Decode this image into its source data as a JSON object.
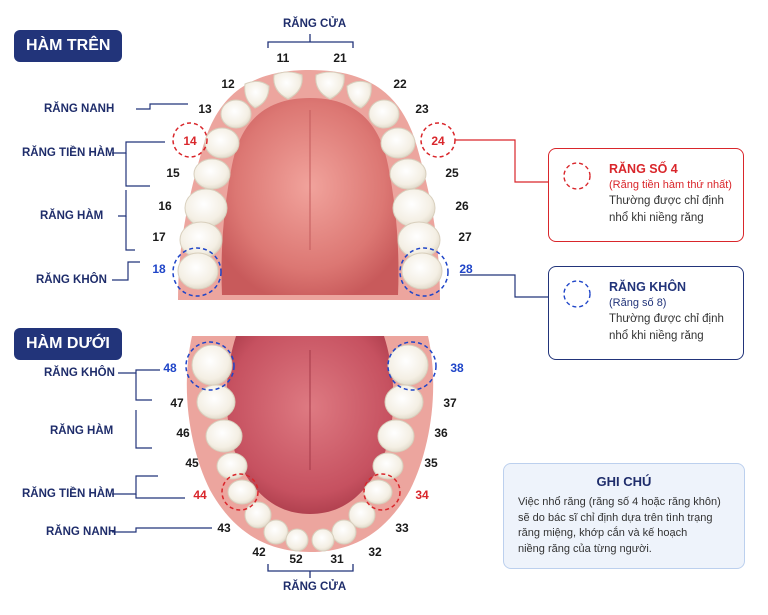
{
  "upper": {
    "title": "HÀM TRÊN",
    "front_label": "RĂNG CỬA",
    "labels": {
      "canine": "RĂNG NANH",
      "premolar": "RĂNG TIỀN HÀM",
      "molar": "RĂNG HÀM",
      "wisdom": "RĂNG KHÔN"
    },
    "numbers": {
      "n11": "11",
      "n21": "21",
      "n12": "12",
      "n22": "22",
      "n13": "13",
      "n23": "23",
      "n14": "14",
      "n24": "24",
      "n15": "15",
      "n25": "25",
      "n16": "16",
      "n26": "26",
      "n17": "17",
      "n27": "27",
      "n18": "18",
      "n28": "28"
    }
  },
  "lower": {
    "title": "HÀM DƯỚI",
    "front_label": "RĂNG CỬA",
    "labels": {
      "wisdom": "RĂNG KHÔN",
      "molar": "RĂNG HÀM",
      "premolar": "RĂNG TIỀN HÀM",
      "canine": "RĂNG NANH"
    },
    "numbers": {
      "n48": "48",
      "n38": "38",
      "n47": "47",
      "n37": "37",
      "n46": "46",
      "n36": "36",
      "n45": "45",
      "n35": "35",
      "n44": "44",
      "n34": "34",
      "n43": "43",
      "n33": "33",
      "n42": "42",
      "n32": "32",
      "n52": "52",
      "n31": "31"
    }
  },
  "callouts": {
    "premolar4": {
      "title": "RĂNG SỐ 4",
      "subtitle": "(Răng tiền hàm thứ nhất)",
      "body": "Thường được chỉ định\nnhổ khi niềng răng",
      "color": "#d9262b"
    },
    "wisdom": {
      "title": "RĂNG KHÔN",
      "subtitle": "(Răng số 8)",
      "body": "Thường được chỉ định\nnhổ khi niềng răng",
      "color": "#22347a"
    }
  },
  "note": {
    "title": "GHI CHÚ",
    "body": "Việc nhổ răng (răng số 4 hoặc răng khôn)\nsẽ do bác sĩ chỉ định dựa trên tình trạng\nrăng miệng, khớp cắn và kế hoạch\nniềng răng của từng người."
  },
  "colors": {
    "navy": "#22347a",
    "red": "#d9262b",
    "blue": "#1f45c8",
    "gum": "#e8948c",
    "palate": "#d86c6b",
    "tongue": "#c95560",
    "tooth": "#f6f3ec"
  }
}
